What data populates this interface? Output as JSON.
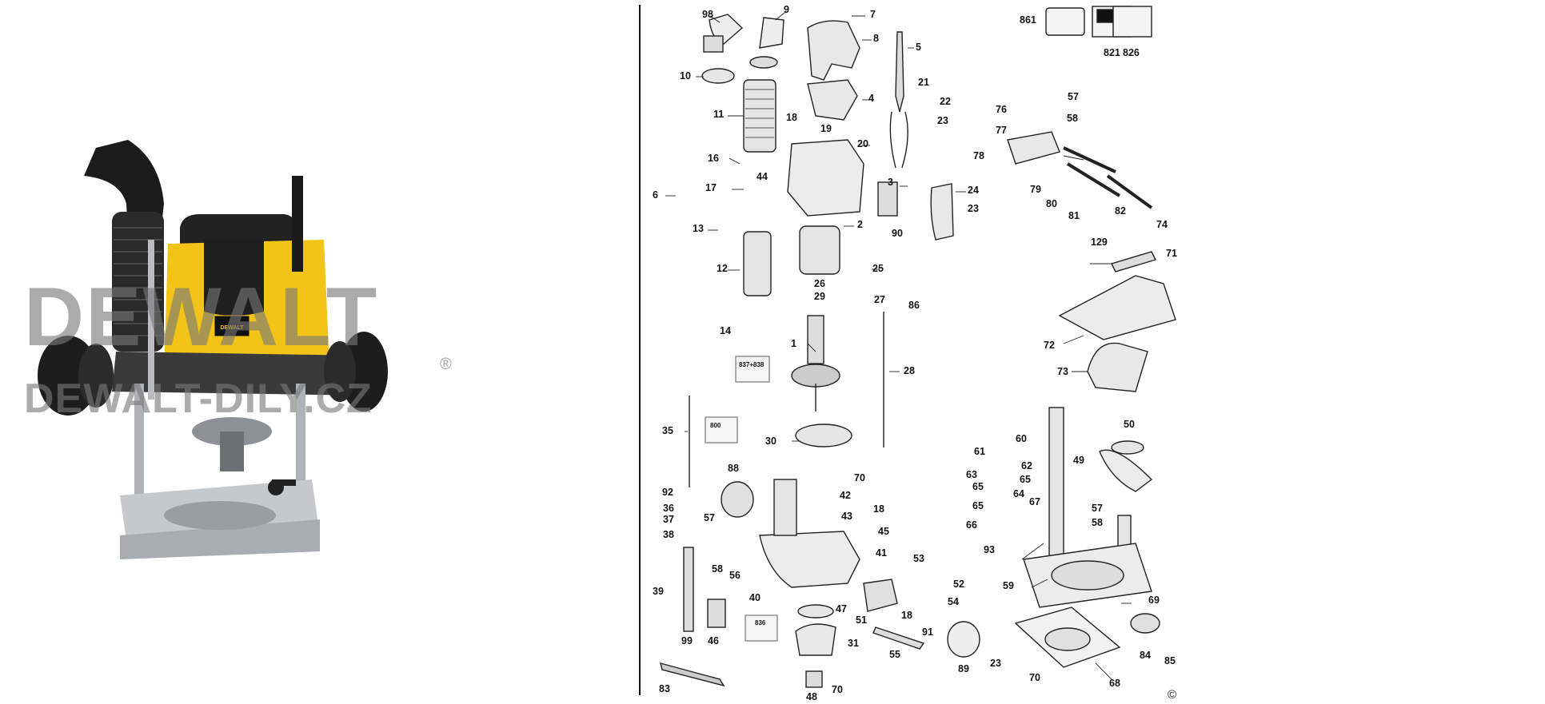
{
  "watermark": {
    "brand": "DEWALT",
    "site": "DEWALT-DILY.CZ",
    "registered": "®"
  },
  "product_label": "DEWALT",
  "diagram": {
    "copyright": "©",
    "box_labels": {
      "b837": "837+838",
      "b800": "800",
      "b836": "836"
    },
    "parts": [
      {
        "id": "98",
        "label": "98"
      },
      {
        "id": "9",
        "label": "9"
      },
      {
        "id": "7",
        "label": "7"
      },
      {
        "id": "8",
        "label": "8"
      },
      {
        "id": "10",
        "label": "10"
      },
      {
        "id": "5",
        "label": "5"
      },
      {
        "id": "21",
        "label": "21"
      },
      {
        "id": "4",
        "label": "4"
      },
      {
        "id": "11",
        "label": "11"
      },
      {
        "id": "18a",
        "label": "18"
      },
      {
        "id": "19",
        "label": "19"
      },
      {
        "id": "22",
        "label": "22"
      },
      {
        "id": "23a",
        "label": "23"
      },
      {
        "id": "20",
        "label": "20"
      },
      {
        "id": "16",
        "label": "16"
      },
      {
        "id": "44",
        "label": "44"
      },
      {
        "id": "17",
        "label": "17"
      },
      {
        "id": "6",
        "label": "6"
      },
      {
        "id": "3",
        "label": "3"
      },
      {
        "id": "24",
        "label": "24"
      },
      {
        "id": "23b",
        "label": "23"
      },
      {
        "id": "90",
        "label": "90"
      },
      {
        "id": "13",
        "label": "13"
      },
      {
        "id": "2",
        "label": "2"
      },
      {
        "id": "12",
        "label": "12"
      },
      {
        "id": "25",
        "label": "25"
      },
      {
        "id": "26",
        "label": "26"
      },
      {
        "id": "29",
        "label": "29"
      },
      {
        "id": "27",
        "label": "27"
      },
      {
        "id": "86",
        "label": "86"
      },
      {
        "id": "14",
        "label": "14"
      },
      {
        "id": "1",
        "label": "1"
      },
      {
        "id": "28",
        "label": "28"
      },
      {
        "id": "35",
        "label": "35"
      },
      {
        "id": "30",
        "label": "30"
      },
      {
        "id": "88",
        "label": "88"
      },
      {
        "id": "70a",
        "label": "70"
      },
      {
        "id": "42",
        "label": "42"
      },
      {
        "id": "92",
        "label": "92"
      },
      {
        "id": "36",
        "label": "36"
      },
      {
        "id": "18b",
        "label": "18"
      },
      {
        "id": "37",
        "label": "37"
      },
      {
        "id": "43",
        "label": "43"
      },
      {
        "id": "57a",
        "label": "57"
      },
      {
        "id": "45",
        "label": "45"
      },
      {
        "id": "38",
        "label": "38"
      },
      {
        "id": "41",
        "label": "41"
      },
      {
        "id": "58a",
        "label": "58"
      },
      {
        "id": "56",
        "label": "56"
      },
      {
        "id": "53",
        "label": "53"
      },
      {
        "id": "52",
        "label": "52"
      },
      {
        "id": "39",
        "label": "39"
      },
      {
        "id": "40",
        "label": "40"
      },
      {
        "id": "47",
        "label": "47"
      },
      {
        "id": "18c",
        "label": "18"
      },
      {
        "id": "54",
        "label": "54"
      },
      {
        "id": "51",
        "label": "51"
      },
      {
        "id": "91",
        "label": "91"
      },
      {
        "id": "99",
        "label": "99"
      },
      {
        "id": "46",
        "label": "46"
      },
      {
        "id": "31",
        "label": "31"
      },
      {
        "id": "55",
        "label": "55"
      },
      {
        "id": "89",
        "label": "89"
      },
      {
        "id": "23c",
        "label": "23"
      },
      {
        "id": "83",
        "label": "83"
      },
      {
        "id": "70b",
        "label": "70"
      },
      {
        "id": "48",
        "label": "48"
      },
      {
        "id": "861",
        "label": "861"
      },
      {
        "id": "821",
        "label": "821"
      },
      {
        "id": "826",
        "label": "826"
      },
      {
        "id": "76",
        "label": "76"
      },
      {
        "id": "57b",
        "label": "57"
      },
      {
        "id": "58b",
        "label": "58"
      },
      {
        "id": "77",
        "label": "77"
      },
      {
        "id": "78",
        "label": "78"
      },
      {
        "id": "79",
        "label": "79"
      },
      {
        "id": "80",
        "label": "80"
      },
      {
        "id": "81",
        "label": "81"
      },
      {
        "id": "82",
        "label": "82"
      },
      {
        "id": "74",
        "label": "74"
      },
      {
        "id": "129",
        "label": "129"
      },
      {
        "id": "71",
        "label": "71"
      },
      {
        "id": "72",
        "label": "72"
      },
      {
        "id": "73",
        "label": "73"
      },
      {
        "id": "60",
        "label": "60"
      },
      {
        "id": "50",
        "label": "50"
      },
      {
        "id": "61",
        "label": "61"
      },
      {
        "id": "62",
        "label": "62"
      },
      {
        "id": "49",
        "label": "49"
      },
      {
        "id": "63",
        "label": "63"
      },
      {
        "id": "65a",
        "label": "65"
      },
      {
        "id": "65b",
        "label": "65"
      },
      {
        "id": "64",
        "label": "64"
      },
      {
        "id": "67",
        "label": "67"
      },
      {
        "id": "65c",
        "label": "65"
      },
      {
        "id": "57c",
        "label": "57"
      },
      {
        "id": "66",
        "label": "66"
      },
      {
        "id": "58c",
        "label": "58"
      },
      {
        "id": "93",
        "label": "93"
      },
      {
        "id": "59",
        "label": "59"
      },
      {
        "id": "69",
        "label": "69"
      },
      {
        "id": "84",
        "label": "84"
      },
      {
        "id": "85",
        "label": "85"
      },
      {
        "id": "68",
        "label": "68"
      },
      {
        "id": "70c",
        "label": "70"
      }
    ]
  }
}
